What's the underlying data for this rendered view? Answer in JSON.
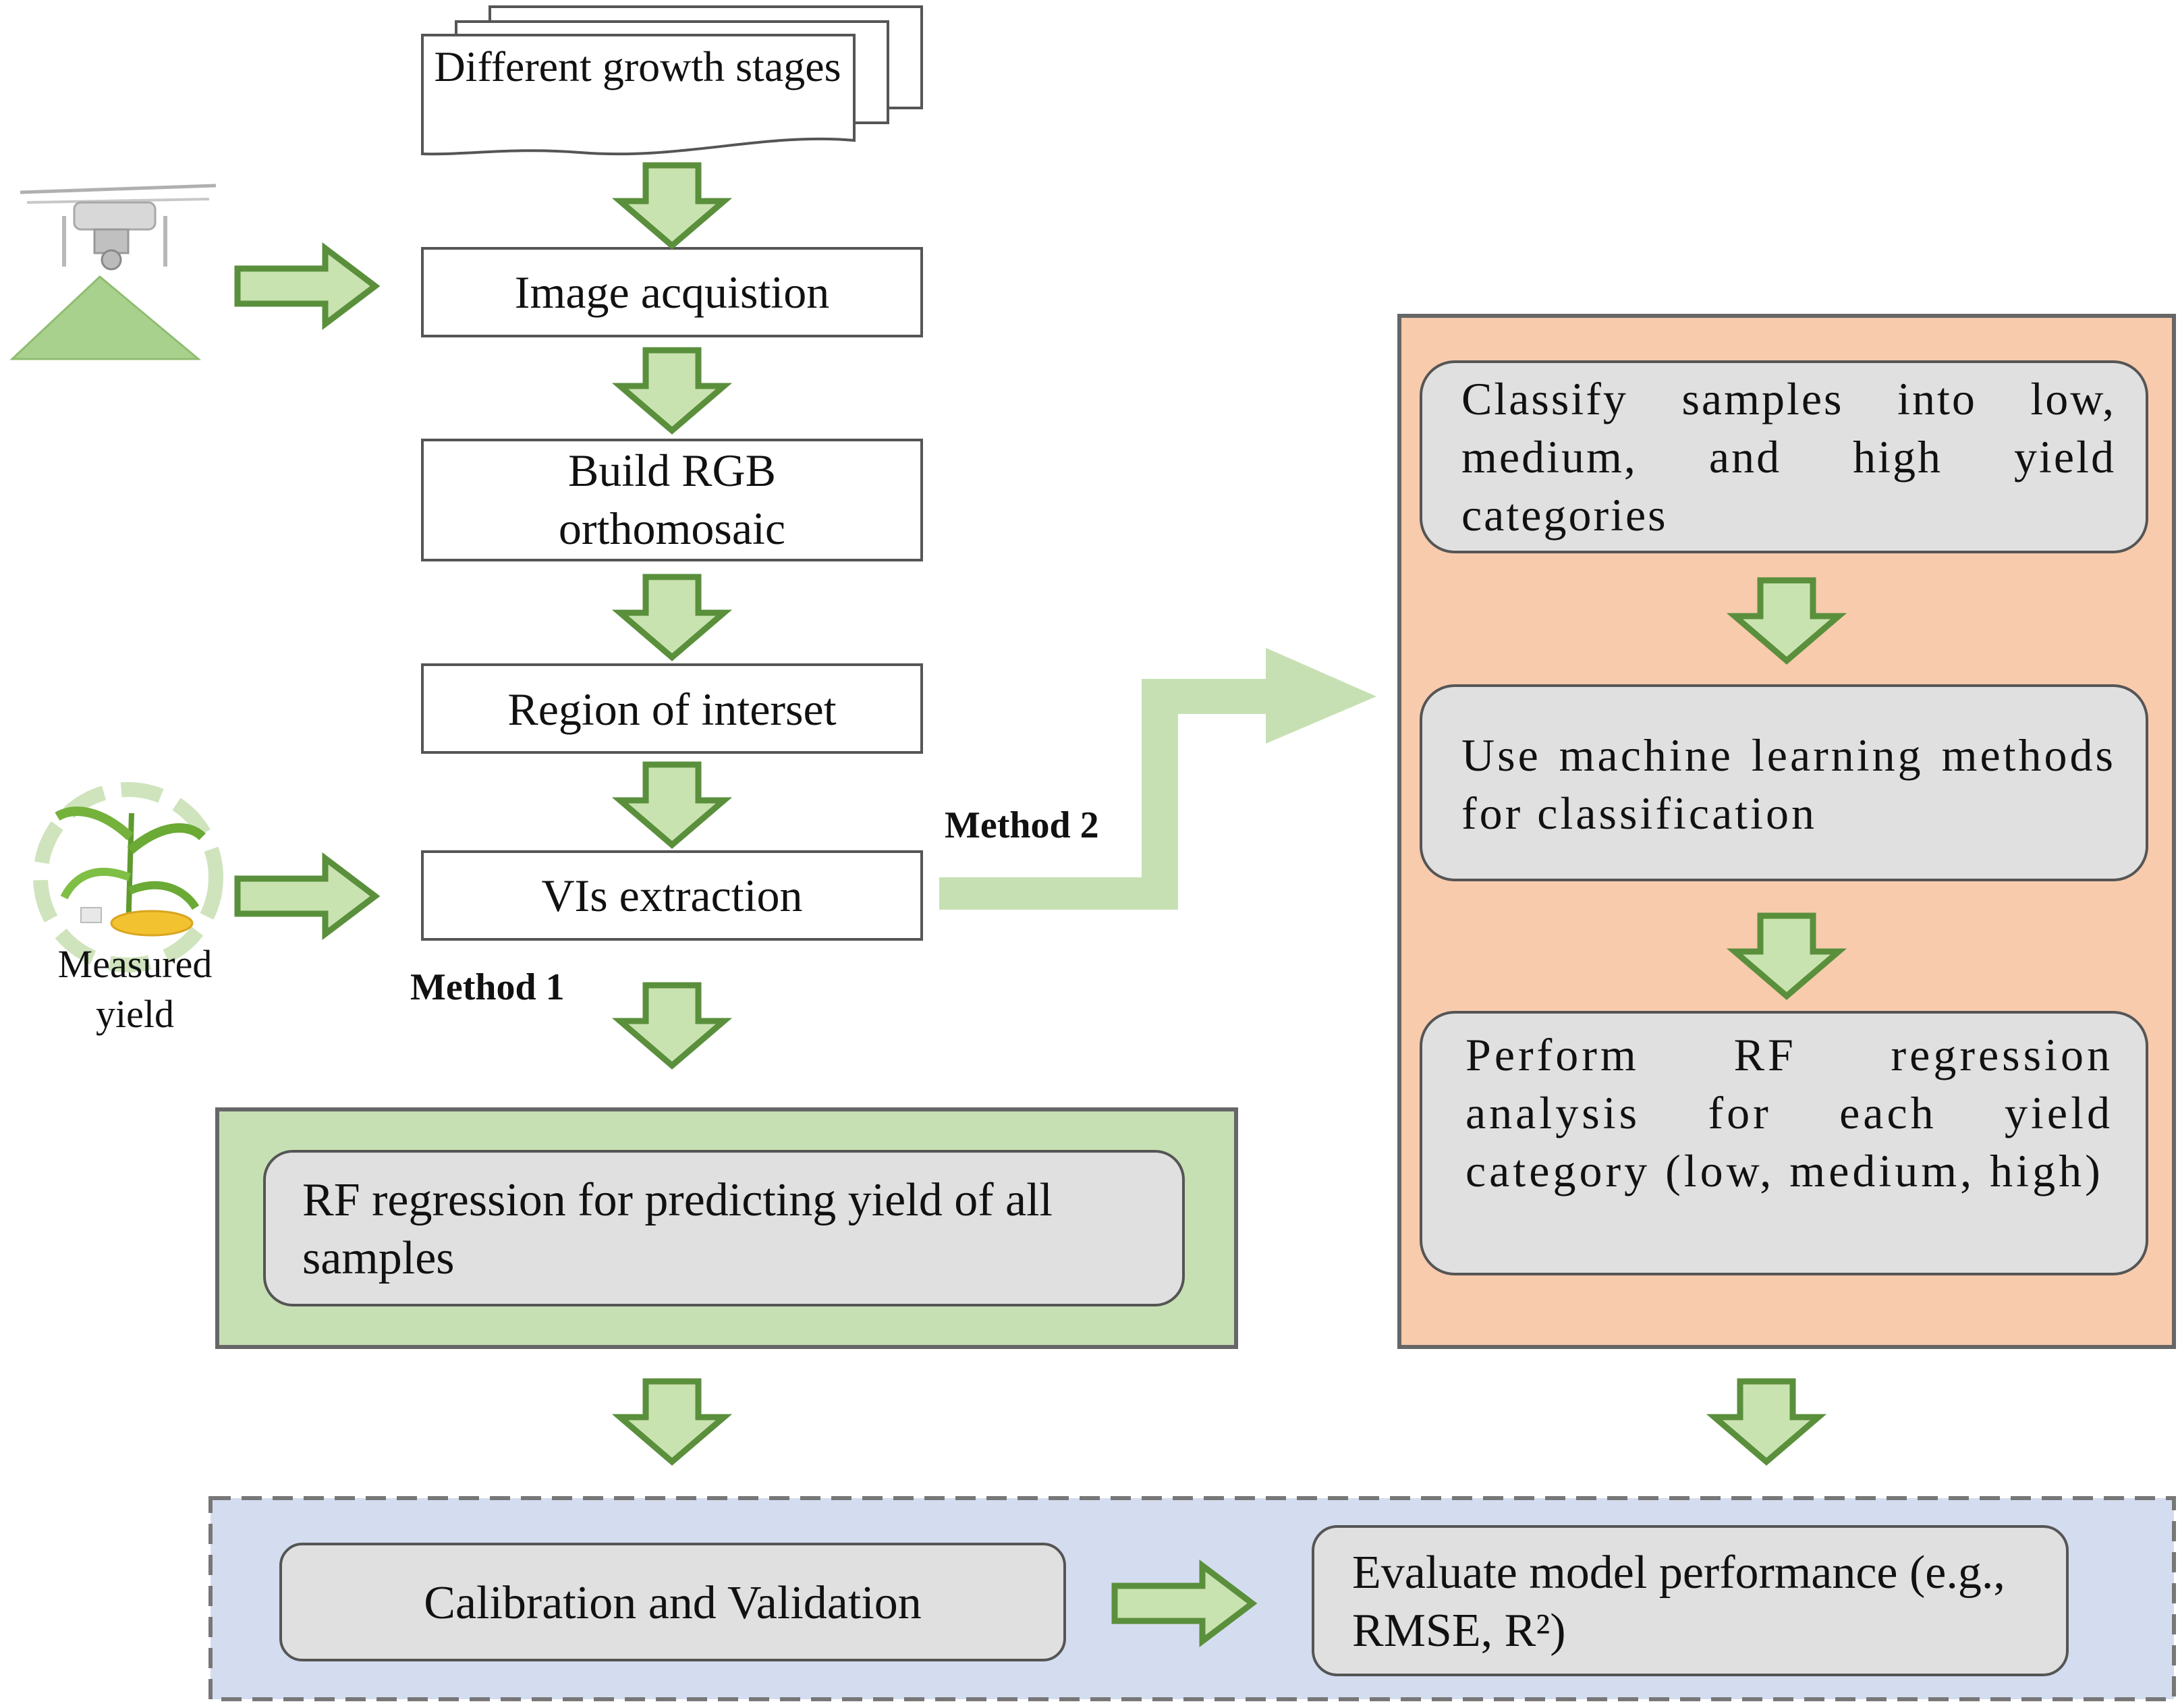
{
  "input": {
    "stages_label": "Different growth stages",
    "measured_yield_label": "Measured yield"
  },
  "pipeline": {
    "image_acquisition": "Image acquistion",
    "orthomosaic": "Build RGB orthomosaic",
    "roi": "Region of interset",
    "vis_extraction": "VIs extraction"
  },
  "method1": {
    "label": "Method 1",
    "rf_regression": "RF regression for predicting yield of all samples"
  },
  "method2": {
    "label": "Method 2",
    "classify": "Classify samples into low, medium, and high yield categories",
    "ml_classification": "Use machine learning methods for classification",
    "rf_per_category": "Perform RF regression analysis for each yield category (low, medium, high)"
  },
  "evaluation": {
    "calibration": "Calibration and Validation",
    "performance": "Evaluate model performance (e.g., RMSE, R²)"
  },
  "colors": {
    "arrow_fill": "#c9e3b0",
    "arrow_stroke": "#5a8f3c",
    "method1_panel": "#c6e0b4",
    "method2_panel": "#f8cbad",
    "eval_panel": "#d4ddf0",
    "grey_box": "#e0e0e0"
  }
}
